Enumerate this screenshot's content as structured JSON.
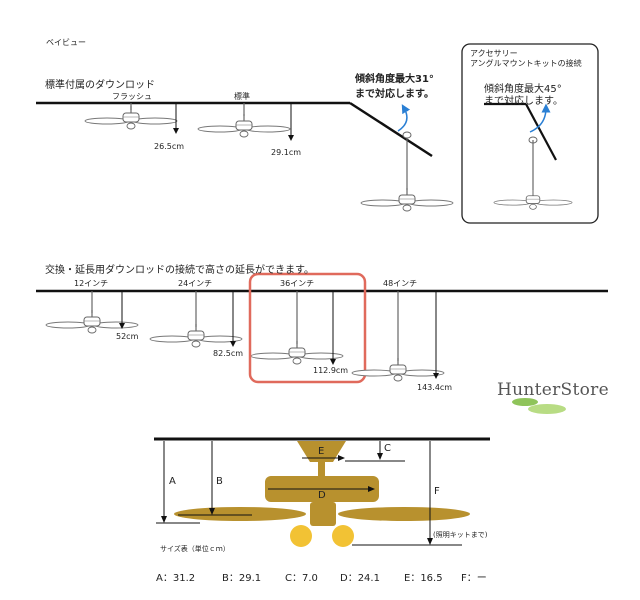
{
  "header": {
    "title": "ベイビュー"
  },
  "section_standard": {
    "heading": "標準付属のダウンロッド",
    "flush_label": "フラッシュ",
    "flush_value": "26.5cm",
    "standard_label": "標準",
    "standard_value": "29.1cm",
    "slope_line1": "傾斜角度最大31°",
    "slope_line2": "まで対応します。"
  },
  "accessory_box": {
    "title_line1": "アクセサリー",
    "title_line2": "アングルマウントキットの接続",
    "slope_line1": "傾斜角度最大45°",
    "slope_line2": "まで対応します。"
  },
  "section_extension": {
    "heading": "交換・延長用ダウンロッドの接続で高さの延長ができます。",
    "items": [
      {
        "label": "12インチ",
        "value": "52cm"
      },
      {
        "label": "24インチ",
        "value": "82.5cm"
      },
      {
        "label": "36インチ",
        "value": "112.9cm"
      },
      {
        "label": "48インチ",
        "value": "143.4cm"
      }
    ]
  },
  "brand": {
    "name": "HunterStore",
    "colors": {
      "leaf_dark": "#8fc45a",
      "leaf_light": "#b8dc84"
    }
  },
  "dimension_diagram": {
    "labels": {
      "A": "A",
      "B": "B",
      "C": "C",
      "D": "D",
      "E": "E",
      "F": "F"
    },
    "note_light_kit": "(照明キットまで)",
    "size_table_title": "サイズ表（単位ｃｍ）",
    "values": [
      {
        "text": "A：31.2"
      },
      {
        "text": "B：29.1"
      },
      {
        "text": "C：7.0"
      },
      {
        "text": "D：24.1"
      },
      {
        "text": "E：16.5"
      },
      {
        "text": "F：ー"
      }
    ],
    "colors": {
      "wood": "#b8912e",
      "bulb": "#f2c234",
      "highlight": "#e06a5c"
    }
  }
}
